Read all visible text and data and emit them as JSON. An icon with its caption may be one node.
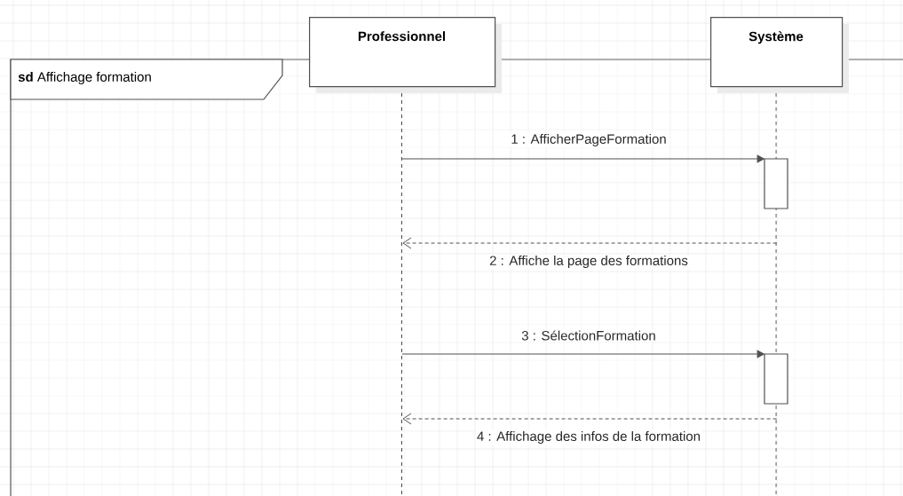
{
  "diagram": {
    "nodes": [
      {
        "text": [
          "**sd** Affichage formation"
        ]
      },
      {
        "text": [
          "Professionnel"
        ]
      },
      {
        "text": [
          "Système"
        ]
      }
    ],
    "edges": [
      {
        "from": 1,
        "to": 2,
        "arrow": "to",
        "label": "1 : AfficherPageFormation"
      },
      {
        "from": 2,
        "to": 1,
        "arrow": "to",
        "label": "2 : Affiche la page des formations",
        "style": "dashed"
      },
      {
        "from": 1,
        "to": 2,
        "arrow": "to",
        "label": "3 : SélectionFormation"
      },
      {
        "from": 2,
        "to": 1,
        "arrow": "to",
        "label": "4 : Affichage des infos de la formation",
        "style": "dashed"
      }
    ]
  }
}
